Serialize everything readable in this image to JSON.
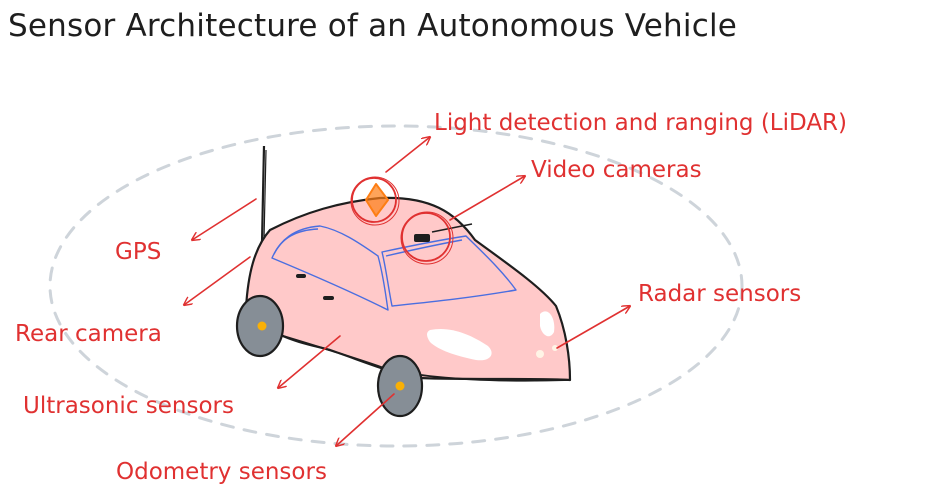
{
  "title": "Sensor Architecture of an Autonomous Vehicle",
  "labels": {
    "lidar": "Light detection and ranging (LiDAR)",
    "video": "Video cameras",
    "gps": "GPS",
    "radar": "Radar sensors",
    "rear": "Rear camera",
    "ultrasonic": "Ultrasonic sensors",
    "odometry": "Odometry sensors"
  },
  "colors": {
    "label": "#e03131",
    "car_body": "#ffc9c9",
    "outline": "#1e1e1e",
    "window_lines": "#4a6ee0",
    "wheel": "#868e96",
    "hub": "#fab005",
    "lidar_unit": "#fd7e14",
    "range_ellipse": "#ced4da"
  }
}
